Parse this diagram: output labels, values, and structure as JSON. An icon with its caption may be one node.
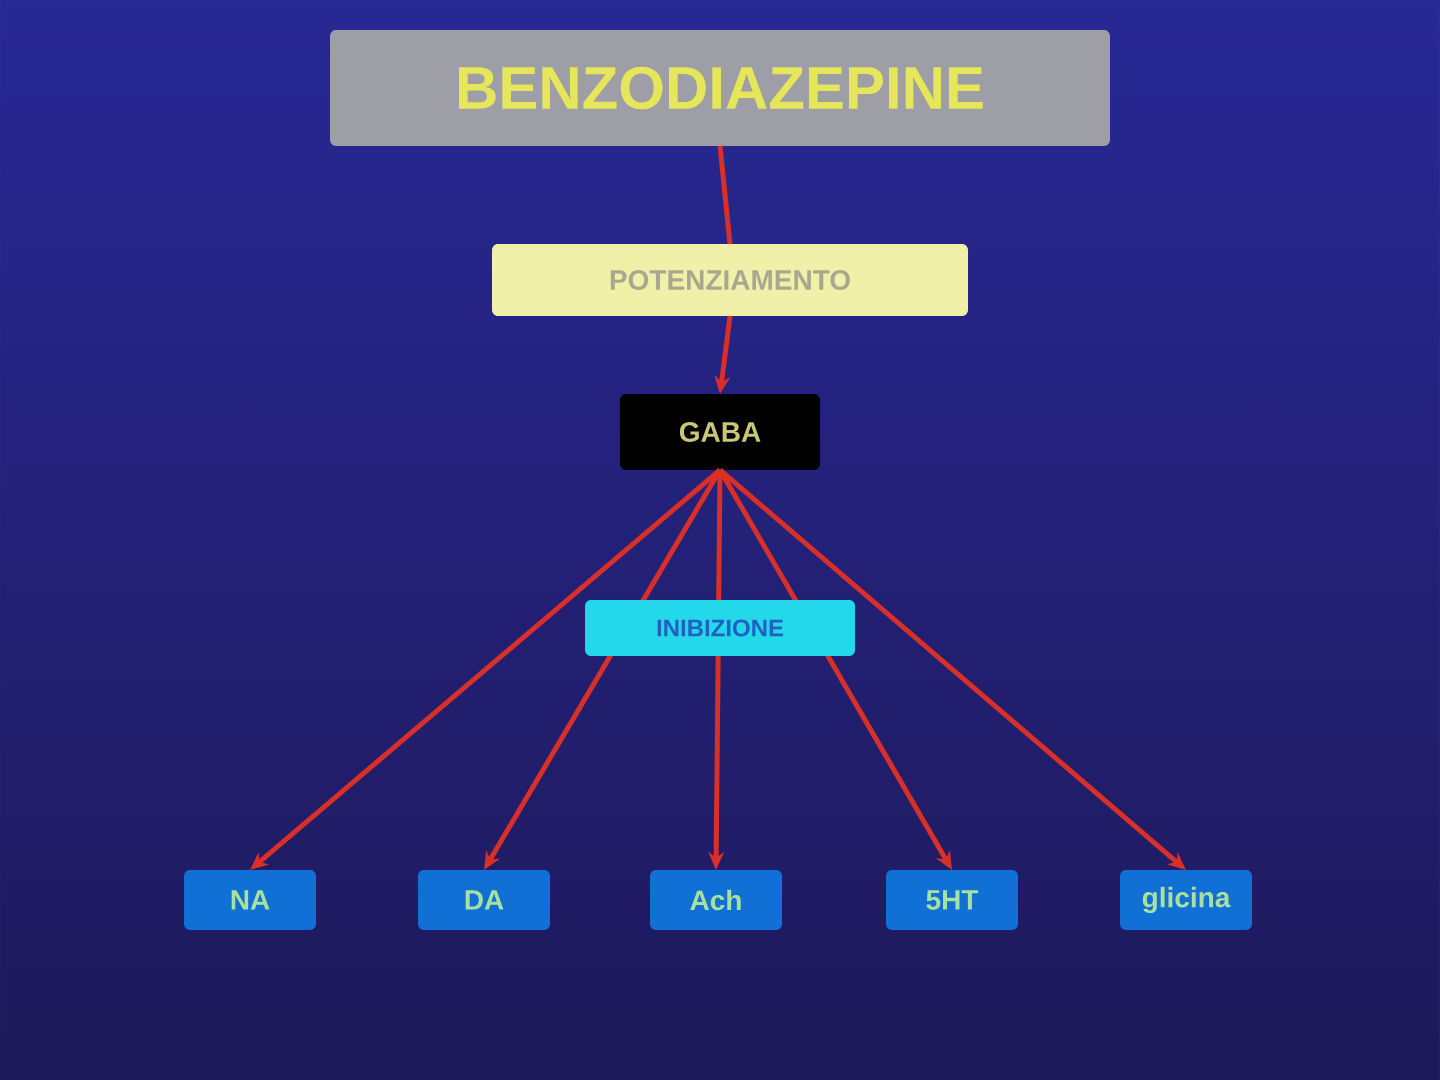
{
  "diagram": {
    "nodes": [
      {
        "text": [
          "BENZODIAZEPINE"
        ]
      },
      {
        "text": [
          "POTENZIAMENTO"
        ]
      },
      {
        "text": [
          "GABA"
        ]
      },
      {
        "text": [
          "NA"
        ]
      },
      {
        "text": [
          "DA"
        ]
      },
      {
        "text": [
          "Ach"
        ]
      },
      {
        "text": [
          "5HT"
        ]
      },
      {
        "text": [
          "glicina"
        ]
      }
    ],
    "edges": [
      {
        "from": 0,
        "to": 1,
        "arrow": "none"
      },
      {
        "from": 1,
        "to": 2,
        "arrow": "to"
      },
      {
        "from": 2,
        "to": 3,
        "arrow": "to"
      },
      {
        "from": 2,
        "to": 4,
        "arrow": "to"
      },
      {
        "from": 2,
        "to": 5,
        "arrow": "to"
      },
      {
        "from": 2,
        "to": 6,
        "arrow": "to"
      },
      {
        "from": 2,
        "to": 7,
        "arrow": "to"
      }
    ],
    "labels": [
      "INIBIZIONE"
    ]
  }
}
